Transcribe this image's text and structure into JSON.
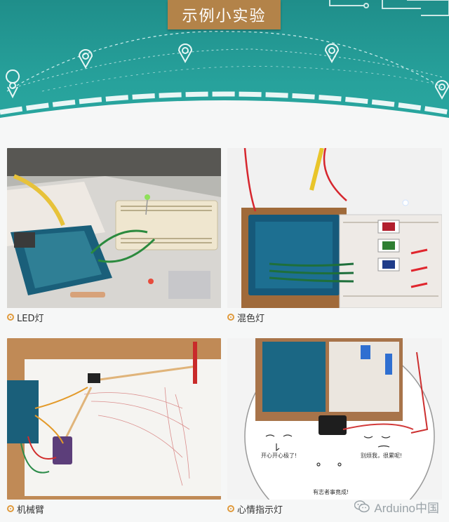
{
  "banner": {
    "title": "示例小实验",
    "colors": {
      "teal": "#25a09a",
      "title_bg": "#b38349"
    }
  },
  "experiments": [
    {
      "caption": "LED灯",
      "photo": "arduino-led-breadboard"
    },
    {
      "caption": "混色灯",
      "photo": "arduino-rgb-mixing"
    },
    {
      "caption": "机械臂",
      "photo": "arduino-robot-arm-drawing"
    },
    {
      "caption": "心情指示灯",
      "photo": "arduino-mood-servo"
    }
  ],
  "watermark": {
    "text": "Arduino中国",
    "icon": "wechat-icon"
  },
  "mood_labels": {
    "happy": "开心开心极了!",
    "tired": "别烦我，很累呢!",
    "bottom": "有志者事竟成!"
  }
}
